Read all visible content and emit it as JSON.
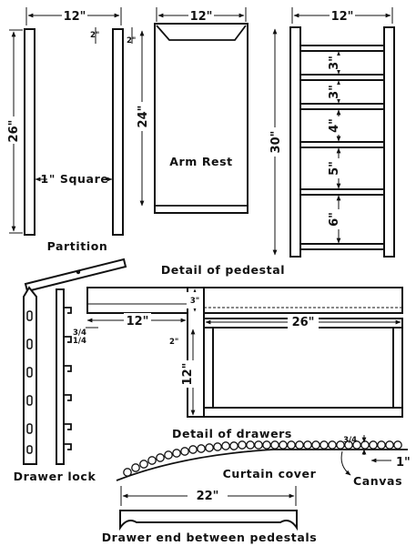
{
  "partition": {
    "width_label": "12\"",
    "height_label": "26\"",
    "notch_left": "2\"",
    "notch_right": "2\"",
    "stock_label": "1\" Square",
    "caption": "Partition"
  },
  "arm_rest": {
    "width_label": "12\"",
    "height_label": "24\"",
    "caption": "Arm Rest"
  },
  "pedestal": {
    "width_label": "12\"",
    "height_label": "30\"",
    "spacings": [
      "3\"",
      "3\"",
      "4\"",
      "5\"",
      "6\""
    ],
    "caption": "Detail of pedestal"
  },
  "drawers": {
    "top_depth": "3\"",
    "side_width": "12\"",
    "front_width": "26\"",
    "front_height": "12\"",
    "small_a": "3/4",
    "small_b": "1/4",
    "small_c": "2\"",
    "caption": "Detail of drawers"
  },
  "drawer_lock": {
    "caption": "Drawer lock"
  },
  "curtain": {
    "caption": "Curtain cover",
    "canvas_label": "Canvas",
    "slat_label": "1\"",
    "gap_label": "3/4"
  },
  "drawer_end": {
    "width_label": "22\"",
    "caption": "Drawer end between pedestals"
  }
}
